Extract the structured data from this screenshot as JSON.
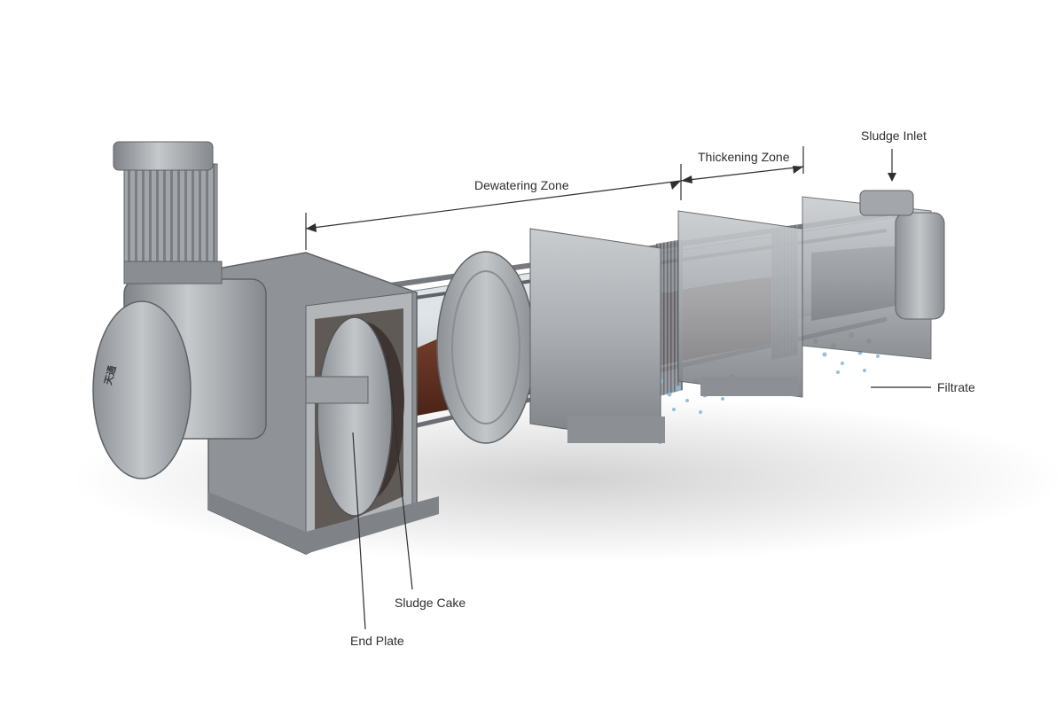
{
  "labels": {
    "dewatering_zone": "Dewatering Zone",
    "thickening_zone": "Thickening Zone",
    "sludge_inlet": "Sludge Inlet",
    "filtrate": "Filtrate",
    "sludge_cake": "Sludge Cake",
    "end_plate": "End Plate",
    "logo": "天通"
  },
  "colors": {
    "steel_light": "#b9bcbf",
    "steel_mid": "#9a9ea2",
    "steel_dark": "#6f7377",
    "sludge": "#6b3526",
    "glass": "#cfd8de",
    "water": "#8fb8d6",
    "line": "#2f2f2f"
  }
}
